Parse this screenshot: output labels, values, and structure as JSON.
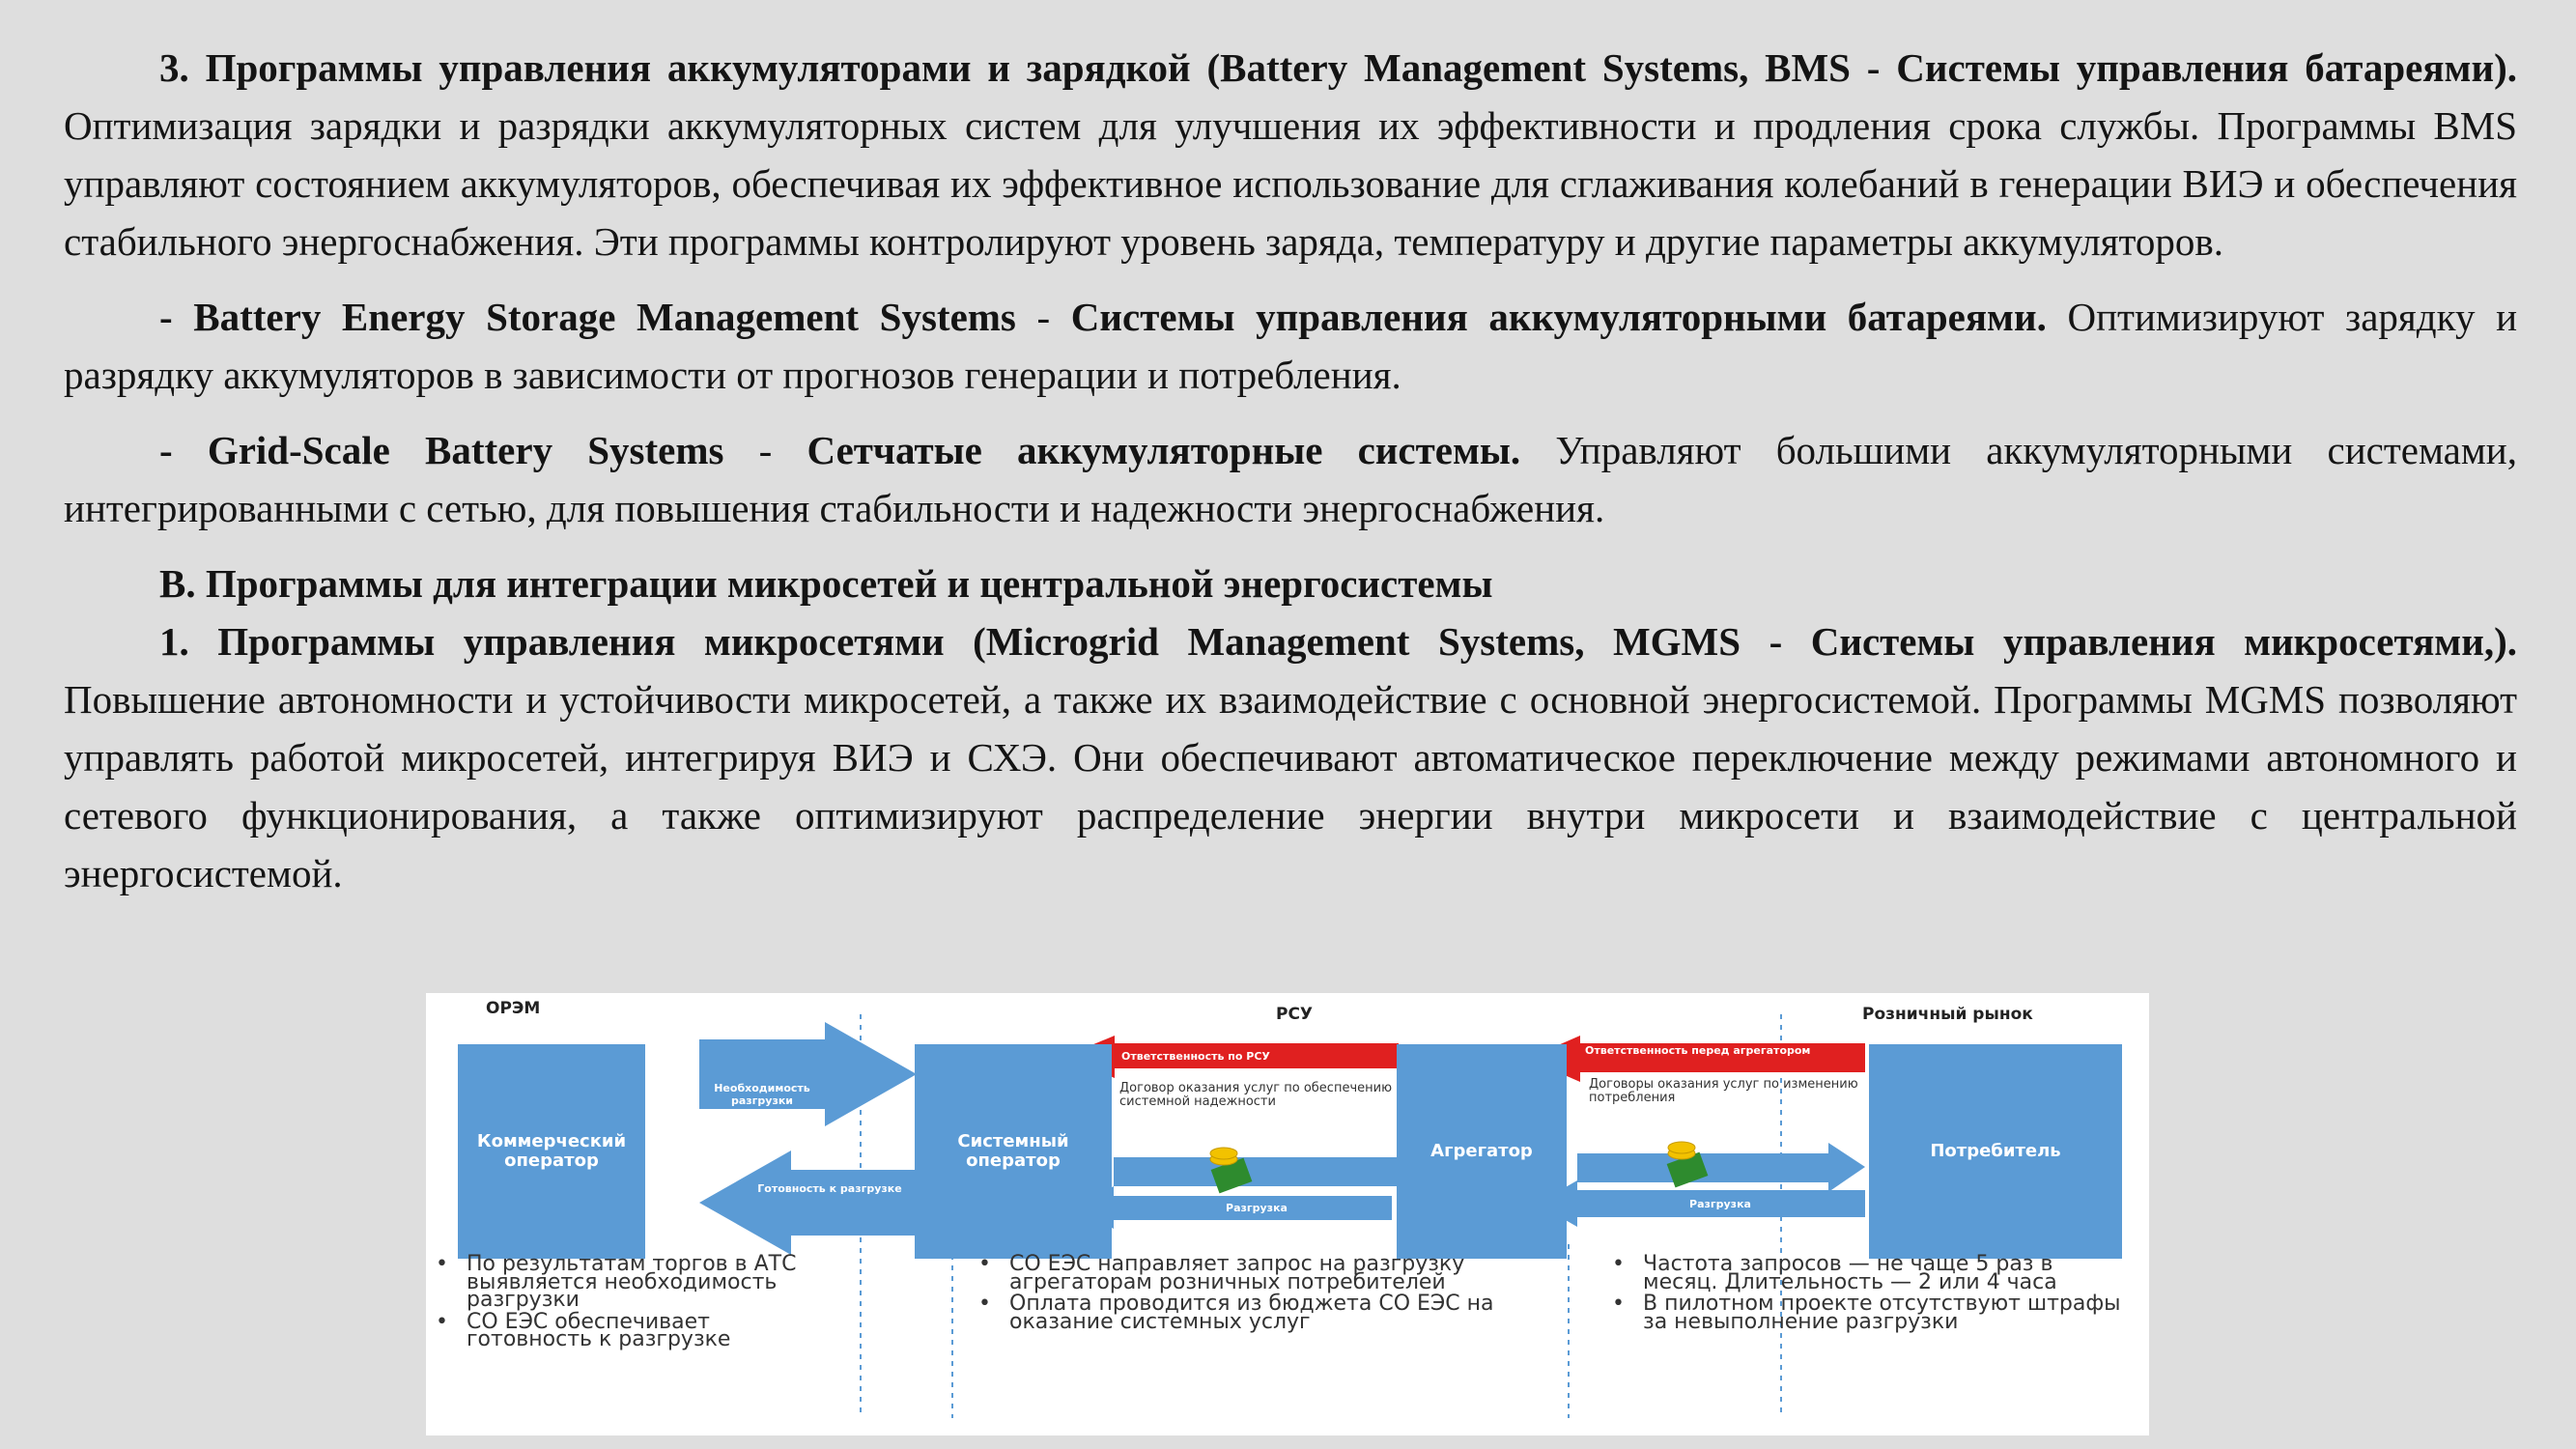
{
  "sections": {
    "p1": {
      "bold": "3. Программы управления аккумуляторами и зарядкой (Battery Management Systems, BMS - Системы управления батареями).",
      "text": " Оптимизация зарядки и разрядки аккумуляторных систем для улучшения их эффективности и продления срока службы. Программы BMS управляют состоянием аккумуляторов, обеспечивая их эффективное использование для сглаживания колебаний в генерации ВИЭ и обеспечения стабильного энергоснабжения. Эти программы контролируют уровень заряда, температуру и другие параметры аккумуляторов."
    },
    "p2": {
      "bold_en": "- Battery Energy Storage Management Systems",
      "sep": " - ",
      "bold_ru": "Системы управления аккумуляторными батареями.",
      "text": " Оптимизируют зарядку и разрядку аккумуляторов в зависимости от прогнозов генерации и потребления."
    },
    "p3": {
      "bold_en": "- Grid-Scale Battery Systems",
      "sep": " - ",
      "bold_ru": "Сетчатые аккумуляторные системы.",
      "text": " Управляют большими аккумуляторными системами, интегрированными с сетью, для повышения стабильности и надежности энергоснабжения."
    },
    "heading": "B. Программы для интеграции микросетей и центральной энергосистемы",
    "p4": {
      "bold": "1. Программы управления микросетями (Microgrid Management Systems, MGMS - Системы управления микросетями,).",
      "text": " Повышение автономности и устойчивости микросетей, а также их взаимодействие с основной энергосистемой. Программы MGMS позволяют управлять работой микросетей, интегрируя ВИЭ и СХЭ. Они обеспечивают автоматическое переключение между режимами автономного и сетевого функционирования, а также оптимизируют распределение энергии внутри микросети и взаимодействие с центральной энергосистемой."
    }
  },
  "figure": {
    "zones": [
      "ОРЭМ",
      "РСУ",
      "Розничный рынок"
    ],
    "boxes": {
      "commercial_operator": "Коммерческий оператор",
      "system_operator": "Системный оператор",
      "aggregator": "Агрегатор",
      "consumer": "Потребитель"
    },
    "arrows": {
      "need_unload": "Необходимость разгрузки",
      "ready_unload": "Готовность к разгрузке",
      "resp_rsu": "Ответственность по РСУ",
      "resp_aggregator": "Ответственность перед агрегатором",
      "unload_1": "Разгрузка",
      "unload_2": "Разгрузка"
    },
    "contracts": {
      "so_aggregator": "Договор оказания услуг по обеспечению системной надежности",
      "aggregator_consumer": "Договоры оказания услуг по изменению потребления"
    },
    "bullets": {
      "col1": [
        "По результатам торгов в АТС выявляется необходимость разгрузки",
        "СО ЕЭС обеспечивает готовность к разгрузке"
      ],
      "col2": [
        "СО ЕЭС направляет запрос на разгрузку агрегаторам розничных потребителей",
        "Оплата проводится из бюджета СО ЕЭС на оказание системных услуг"
      ],
      "col3": [
        "Частота запросов — не чаще 5 раз в месяц. Длительность — 2 или 4 часа",
        "В пилотном проекте отсутствуют штрафы за невыполнение разгрузки"
      ]
    },
    "colors": {
      "box": "#5b9bd5",
      "red_arrow": "#e02020",
      "coin": "#f2c200",
      "money": "#2e8b2e"
    }
  }
}
